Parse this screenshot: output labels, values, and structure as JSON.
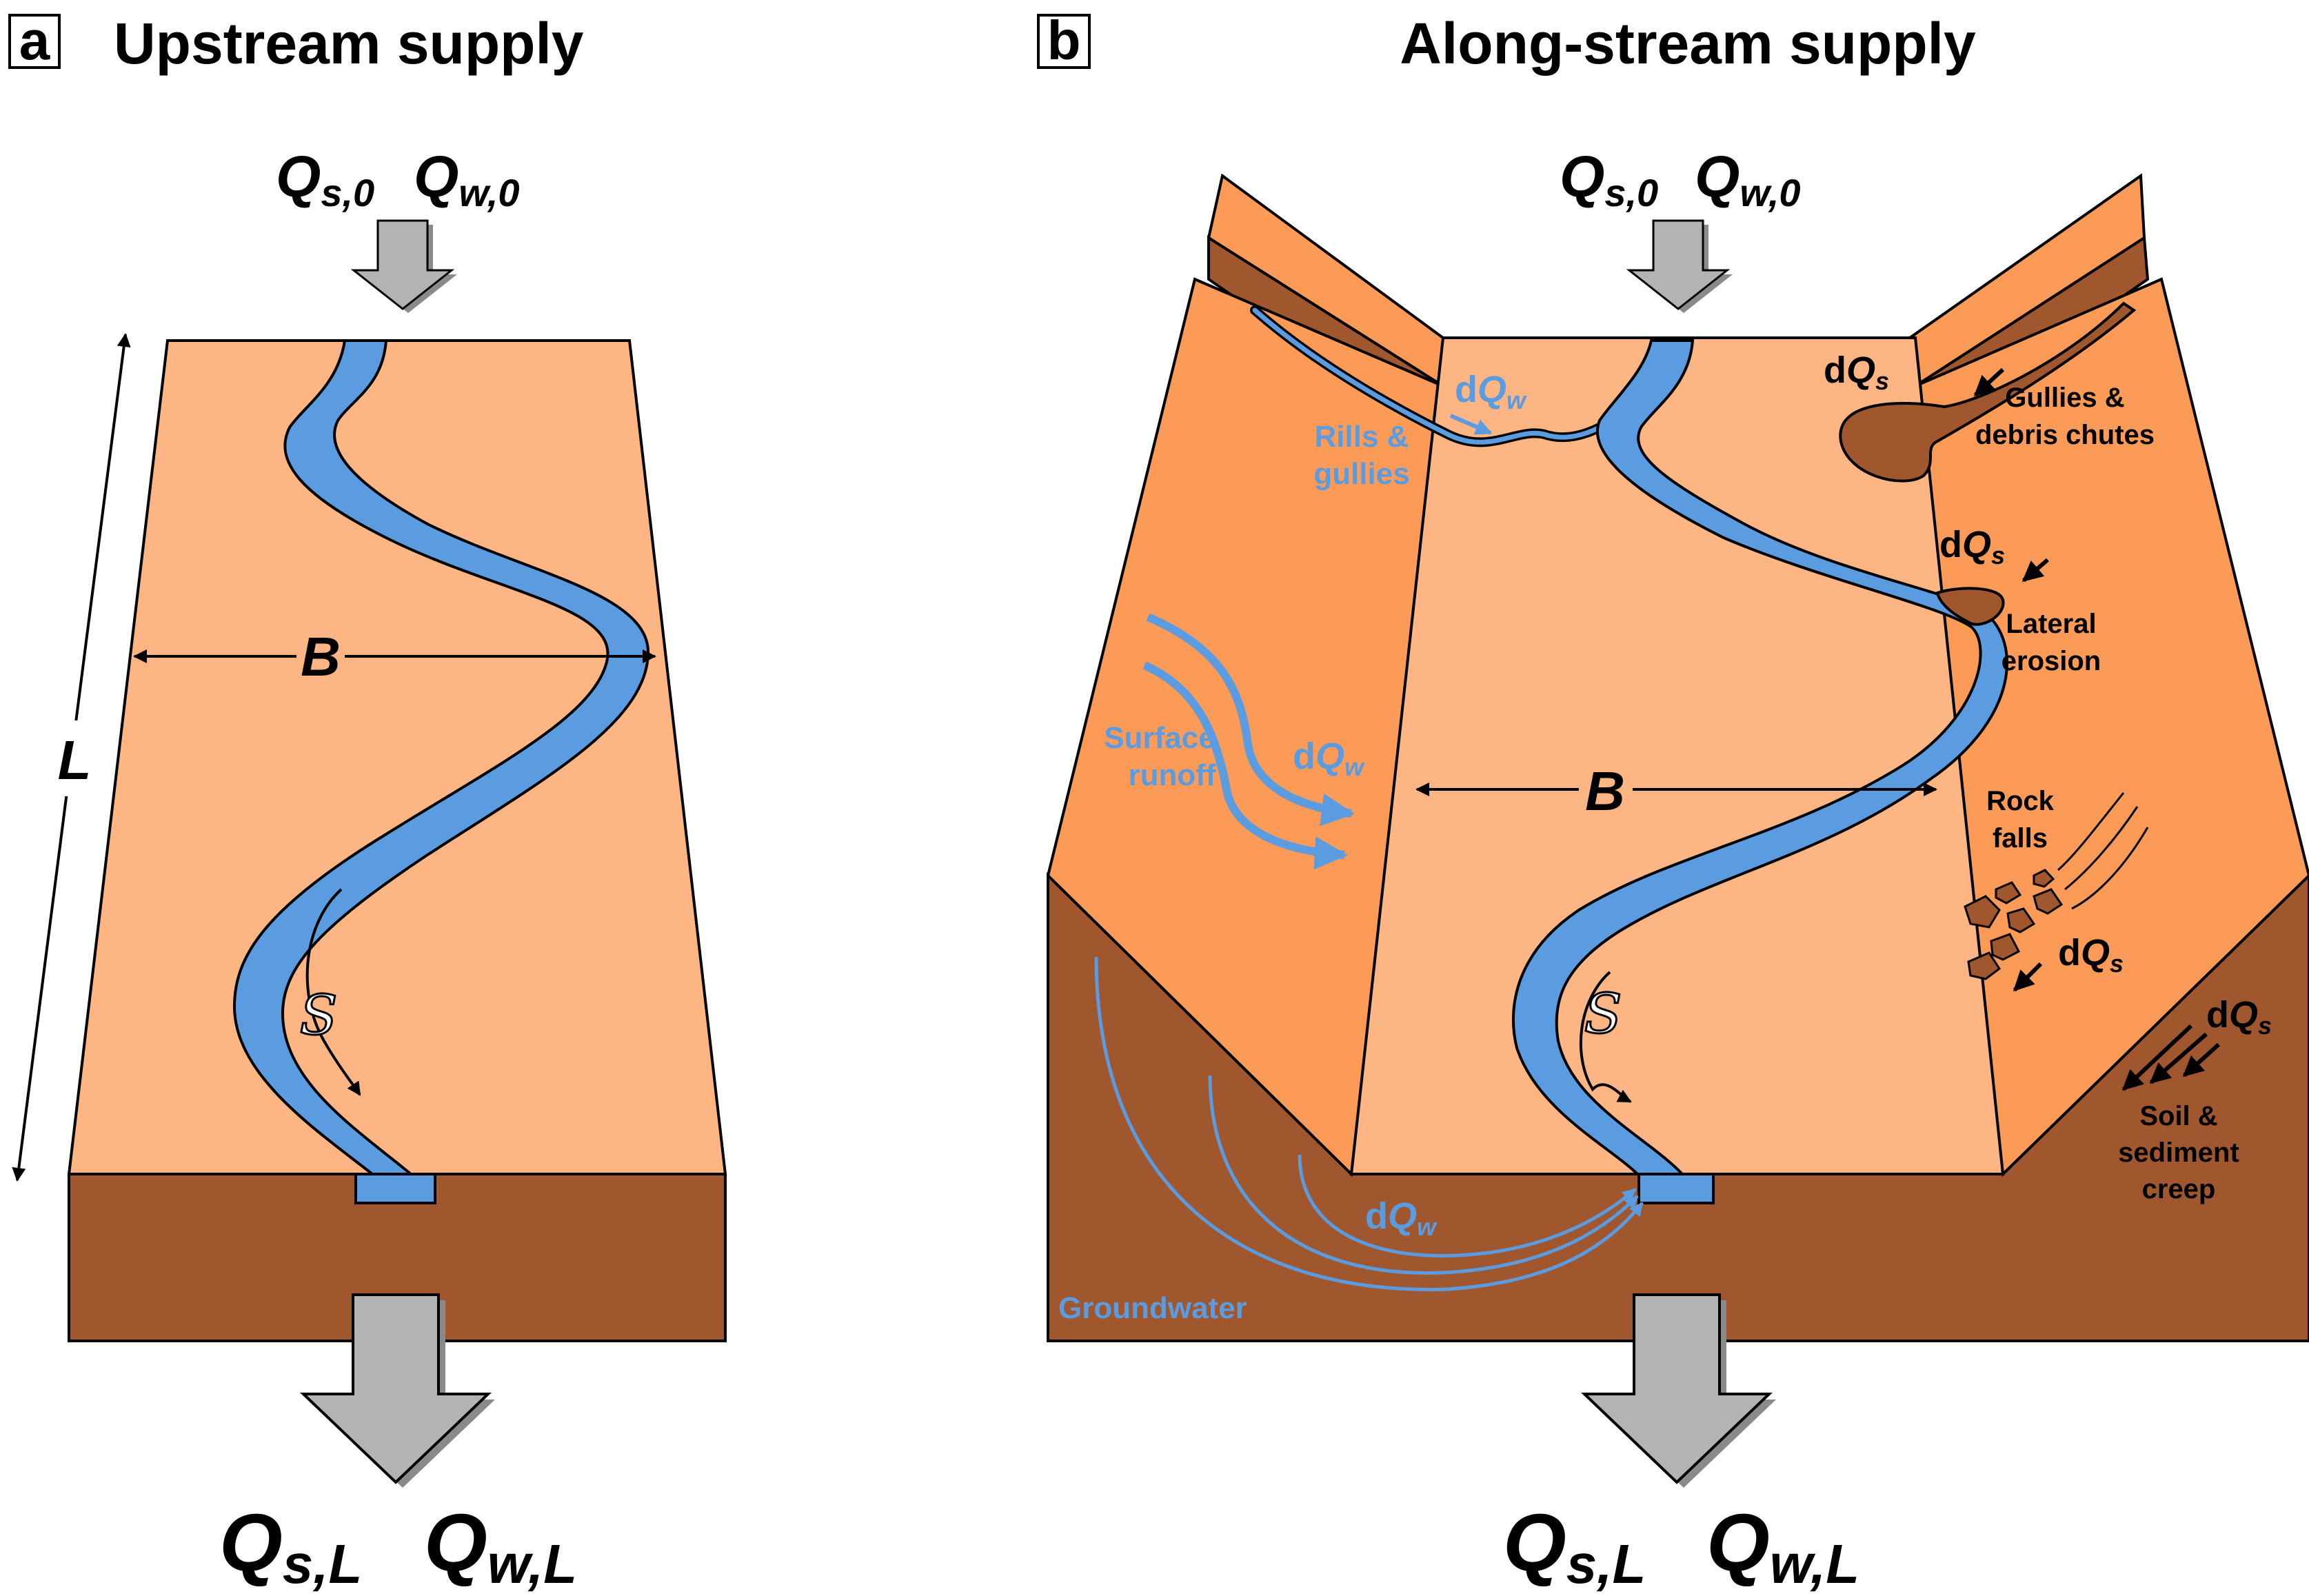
{
  "panel_a": {
    "letter": "a",
    "title": "Upstream supply",
    "input_qs": "Q",
    "input_qs_sub": "s,0",
    "input_qw": "Q",
    "input_qw_sub": "w,0",
    "width_label": "B",
    "length_label": "L",
    "sinuosity_symbol": "S",
    "output_qs": "Q",
    "output_qs_sub": "s,L",
    "output_qw": "Q",
    "output_qw_sub": "w,L"
  },
  "panel_b": {
    "letter": "b",
    "title": "Along-stream supply",
    "input_qs": "Q",
    "input_qs_sub": "s,0",
    "input_qw": "Q",
    "input_qw_sub": "w,0",
    "width_label": "B",
    "sinuosity_symbol": "S",
    "output_qs": "Q",
    "output_qs_sub": "s,L",
    "output_qw": "Q",
    "output_qw_sub": "w,L",
    "d_prefix": "d",
    "dq_w_base": "Q",
    "dq_w_sub": "w",
    "dq_s_base": "Q",
    "dq_s_sub": "s",
    "rills_line1": "Rills &",
    "rills_line2": "gullies",
    "surface_line1": "Surface",
    "surface_line2": "runoff",
    "groundwater": "Groundwater",
    "gullies_line1": "Gullies &",
    "gullies_line2": "debris chutes",
    "lateral_line1": "Lateral",
    "lateral_line2": "erosion",
    "rock_line1": "Rock",
    "rock_line2": "falls",
    "soil_line1": "Soil &",
    "soil_line2": "sediment",
    "soil_line3": "creep"
  },
  "colors": {
    "floodplain": "#fdb584",
    "valley_wall": "#fc9b57",
    "soil_side": "#a0572e",
    "river": "#5b9be0",
    "arrow_gray": "#b3b3b3",
    "text": "#000000"
  }
}
